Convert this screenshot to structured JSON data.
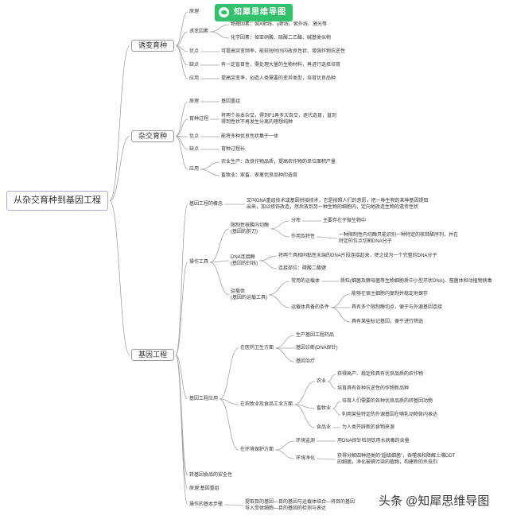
{
  "logo": {
    "name": "知犀思维导图"
  },
  "colors": {
    "logo_green": "#34c16b",
    "root_border": "#b4a6da",
    "branch_border": "#9a9a9a",
    "connector": "#a3a3a3",
    "text": "#333333"
  },
  "root": {
    "label": "从杂交育种到基因工程"
  },
  "branches": [
    {
      "label": "诱变育种",
      "children": [
        {
          "label": "原理"
        },
        {
          "label": "诱变因素",
          "children": [
            {
              "text": "物理因素：如X射线、γ射线、紫外线、激光等"
            },
            {
              "text": "化学因素：如亚硝酸、硫酸二乙酯、碱基类似物"
            }
          ]
        },
        {
          "label": "优点",
          "children": [
            {
              "text": "可提高突变频率，能较短时间内改良性状、增强作物抗逆性"
            }
          ]
        },
        {
          "label": "缺点",
          "children": [
            {
              "text": "有一定盲目性，需处理大量的生物材料，再进行选择培育"
            }
          ]
        },
        {
          "label": "应用",
          "children": [
            {
              "text": "提高突变率，创造人类需要的变异类型，培育优良品种"
            }
          ]
        }
      ]
    },
    {
      "label": "杂交育种",
      "children": [
        {
          "label": "原理",
          "children": [
            {
              "text": "基因重组"
            }
          ]
        },
        {
          "label": "育种过程",
          "children": [
            {
              "lines": [
                "将两个亲本杂交，得到F1再多次自交，逐代选育，直到",
                "得到性状不再发生分离的理想纯种"
              ]
            }
          ]
        },
        {
          "label": "优点",
          "children": [
            {
              "text": "能将多种优良性状集于一体"
            }
          ]
        },
        {
          "label": "缺点",
          "children": [
            {
              "text": "育种过程长"
            }
          ]
        },
        {
          "label": "应用",
          "children": [
            {
              "text": "农业生产：改良作物品质，提高农作物的单位面积产量"
            },
            {
              "text": "畜牧业：家畜、家禽优良品种的选育"
            }
          ]
        }
      ]
    },
    {
      "label": "基因工程",
      "children": [
        {
          "label": "基因工程的概念",
          "children": [
            {
              "lines": [
                "又叫DNA重组技术或基因拼接技术，它是按照人们的意愿，把一种生物的某种基因提取",
                "出来，加以修饰改造，然后放到另一种生物的细胞内，定向地改造生物的遗传性状"
              ]
            }
          ]
        },
        {
          "label": "操作工具",
          "children": [
            {
              "lines": [
                "限制性核酸内切酶",
                "(基因的剪刀)"
              ],
              "children": [
                {
                  "label": "分布",
                  "children": [
                    {
                      "text": "主要存在于微生物中"
                    }
                  ]
                },
                {
                  "label": "作用及特性",
                  "children": [
                    {
                      "lines": [
                        "一种限制性内切酶只能识别一种特定的核苷酸序列，并在",
                        "特定的位点切割DNA分子"
                      ]
                    }
                  ]
                }
              ]
            },
            {
              "lines": [
                "DNA连接酶",
                "(基因的针线)"
              ],
              "children": [
                {
                  "text": "将两个具相同黏性末端的DNA片段连接起来，使之成为一个完整的DNA分子"
                },
                {
                  "text": "连接部位：磷酸二酯键"
                }
              ]
            },
            {
              "lines": [
                "运载体",
                "(基因的运载工具)"
              ],
              "children": [
                {
                  "label": "常用的运载体",
                  "children": [
                    {
                      "text": "质粒(细菌及酵母菌等生物细胞质中小型环状DNA)、噬菌体和动植物病毒"
                    }
                  ]
                },
                {
                  "label": "运载体具备的条件",
                  "children": [
                    {
                      "text": "能够在宿主细胞内复制并稳定地保存"
                    },
                    {
                      "text": "具有多个限制酶切点，便于与外源基因连接"
                    },
                    {
                      "text": "具有某些标记基因，便于进行筛选"
                    }
                  ]
                }
              ]
            }
          ]
        },
        {
          "label": "基因工程应用",
          "children": [
            {
              "label": "在医药卫生方面",
              "children": [
                {
                  "text": "生产基因工程药品"
                },
                {
                  "text": "基因诊断(DNA探针)"
                },
                {
                  "text": "基因治疗"
                }
              ]
            },
            {
              "label": "在农牧业及食品工业方面",
              "children": [
                {
                  "label": "农业",
                  "children": [
                    {
                      "text": "获得高产、稳定和具有优良品质的农作物"
                    },
                    {
                      "text": "培育具有各种抗逆性的作物新品种"
                    }
                  ]
                },
                {
                  "label": "畜牧业",
                  "children": [
                    {
                      "text": "培育人们需要的各种优良品质的转基因动物"
                    },
                    {
                      "text": "利用某些特定的外源基因在哺乳动物体内表达"
                    }
                  ]
                },
                {
                  "label": "食品业",
                  "children": [
                    {
                      "text": "为人类开辟新的食物来源"
                    }
                  ]
                }
              ]
            },
            {
              "label": "在环境保护方面",
              "children": [
                {
                  "label": "环境监测",
                  "children": [
                    {
                      "text": "用DNA探针检测饮用水病毒的含量"
                    }
                  ]
                },
                {
                  "label": "环境净化",
                  "children": [
                    {
                      "lines": [
                        "获得分解四种烃类的“超级细菌”，吞噬汞和降解土壤DDT",
                        "的细菌，净化被镉污染的植物，构建新的杀虫剂"
                      ]
                    }
                  ]
                }
              ]
            }
          ]
        },
        {
          "label": "转基因食品的安全性"
        },
        {
          "label": "原理:基因重组"
        },
        {
          "label": "操作的基本步骤",
          "children": [
            {
              "lines": [
                "提取目的基因—目的基因与运载体结合—将目的基因",
                "导入受体细胞—目的基因的检测与表达"
              ]
            }
          ]
        }
      ]
    }
  ],
  "watermark": {
    "platform": "头条",
    "handle": "@知犀思维导图"
  }
}
